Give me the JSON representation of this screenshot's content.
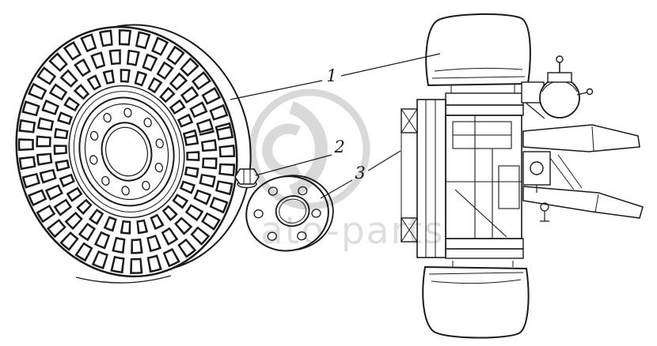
{
  "diagram": {
    "callouts": [
      {
        "label": "1"
      },
      {
        "label": "2"
      },
      {
        "label": "3"
      }
    ],
    "watermark": {
      "text": "ato-parts"
    },
    "colors": {
      "line": "#1a1a1a",
      "watermark": "#d9d9d9",
      "background": "#ffffff"
    }
  }
}
